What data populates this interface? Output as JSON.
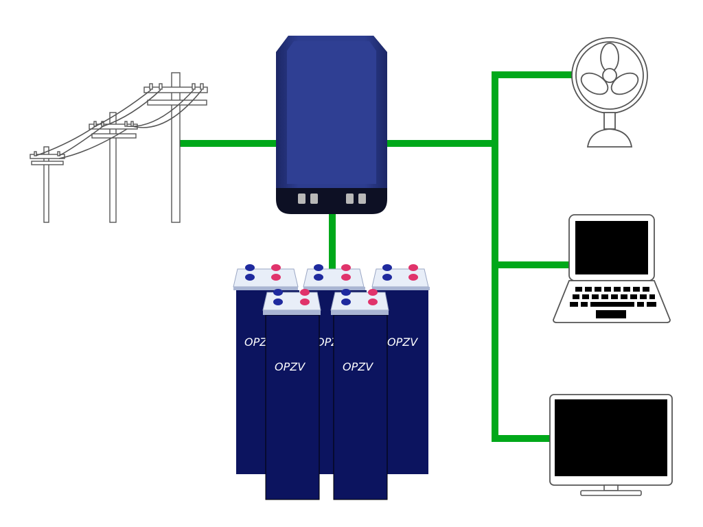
{
  "colors": {
    "wire": "#00a81a",
    "inverter_body": "#2b3a86",
    "battery_body": "#0c145f",
    "screen": "#000000",
    "positive_terminal": "#e0336b",
    "negative_terminal": "#1f2a9e"
  },
  "icons": {
    "grid": "power-pole-icon",
    "inverter": "inverter-icon",
    "fan": "fan-icon",
    "laptop": "laptop-icon",
    "monitor": "monitor-icon",
    "battery": "battery-icon"
  },
  "batteries": [
    {
      "label": "OPZV"
    },
    {
      "label": "OPZV"
    },
    {
      "label": "OPZV"
    },
    {
      "label": "OPZV"
    },
    {
      "label": "OPZV"
    }
  ]
}
